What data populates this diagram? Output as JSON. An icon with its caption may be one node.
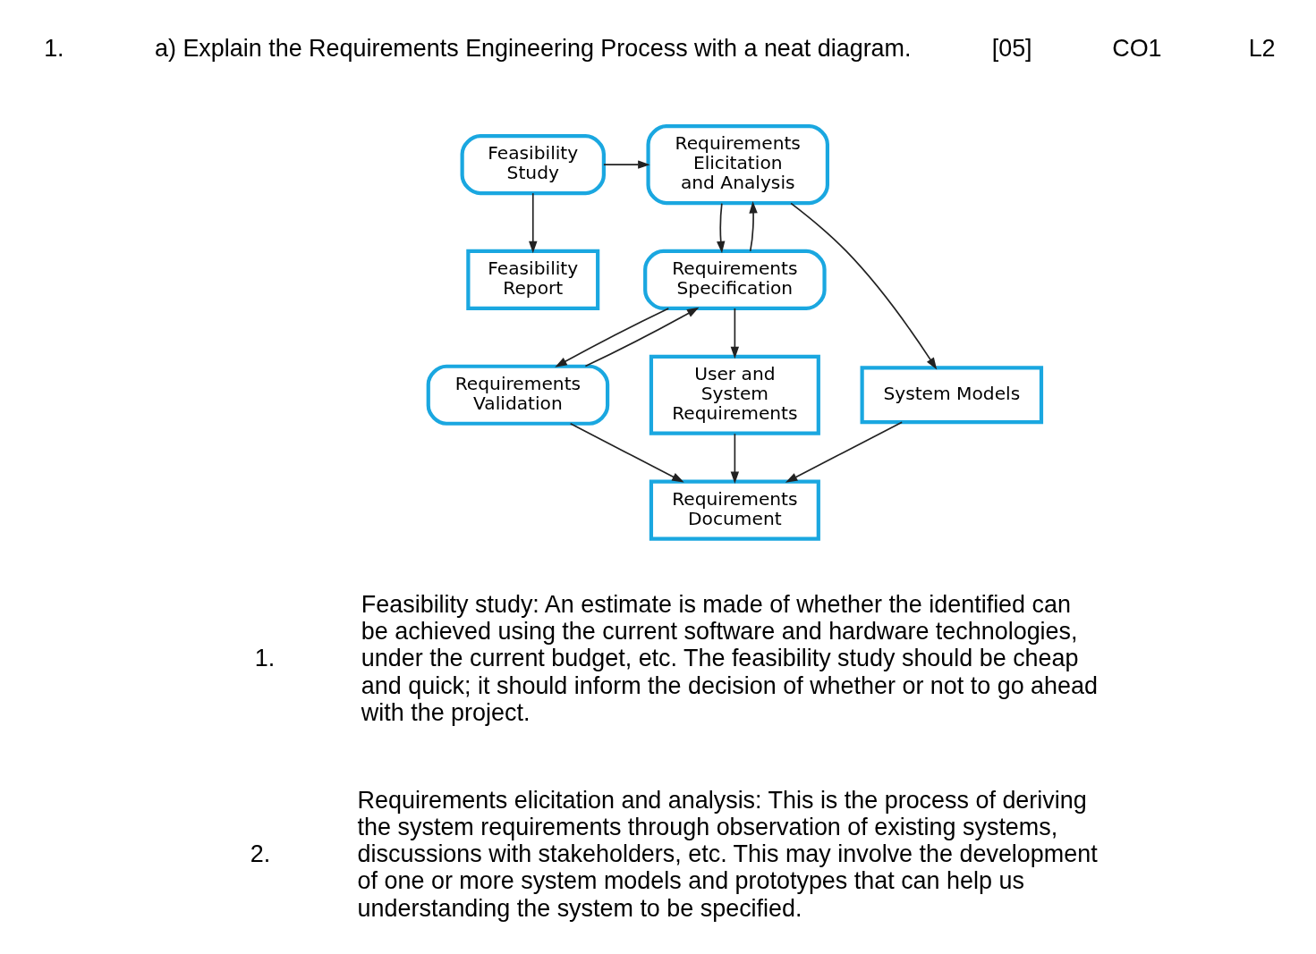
{
  "diagram": {
    "nodes": [
      {
        "text": [
          "Feasibility Study"
        ]
      },
      {
        "text": [
          "Requirements Elicitation and Analysis"
        ]
      },
      {
        "text": [
          "Requirements Specification"
        ]
      },
      {
        "text": [
          "Requirements Validation"
        ]
      },
      {
        "text": [
          "Feasibility Report"
        ]
      },
      {
        "text": [
          "System Models"
        ]
      },
      {
        "text": [
          "User and System Requirements"
        ]
      },
      {
        "text": [
          "Requirements Document"
        ]
      }
    ],
    "edges": [
      {
        "from": 0,
        "to": 1,
        "arrow": "to"
      },
      {
        "from": 0,
        "to": 4,
        "arrow": "to"
      },
      {
        "from": 1,
        "to": 2,
        "arrow": "to"
      },
      {
        "from": 2,
        "to": 1,
        "arrow": "to"
      },
      {
        "from": 1,
        "to": 5,
        "arrow": "to"
      },
      {
        "from": 2,
        "to": 3,
        "arrow": "to"
      },
      {
        "from": 3,
        "to": 2,
        "arrow": "to"
      },
      {
        "from": 2,
        "to": 6,
        "arrow": "to"
      },
      {
        "from": 3,
        "to": 7,
        "arrow": "to"
      },
      {
        "from": 6,
        "to": 7,
        "arrow": "to"
      },
      {
        "from": 5,
        "to": 7,
        "arrow": "to"
      }
    ],
    "labels": [
      "1.",
      "a) Explain the Requirements Engineering Process with a neat diagram.",
      "[05]",
      "CO1",
      "L2",
      "1.",
      "Feasibility study: An estimate is made of whether the identified can be achieved using the current software and hardware technologies, under the current budget, etc. The feasibility study should be cheap and quick; it should inform the decision of whether or not to go ahead with the project.",
      "2.",
      "Requirements elicitation and analysis: This is the process of deriving the system requirements through observation of existing systems, discussions with stakeholders, etc. This may involve the development of one or more system models and prototypes that can help us understanding the system to be specified."
    ]
  }
}
